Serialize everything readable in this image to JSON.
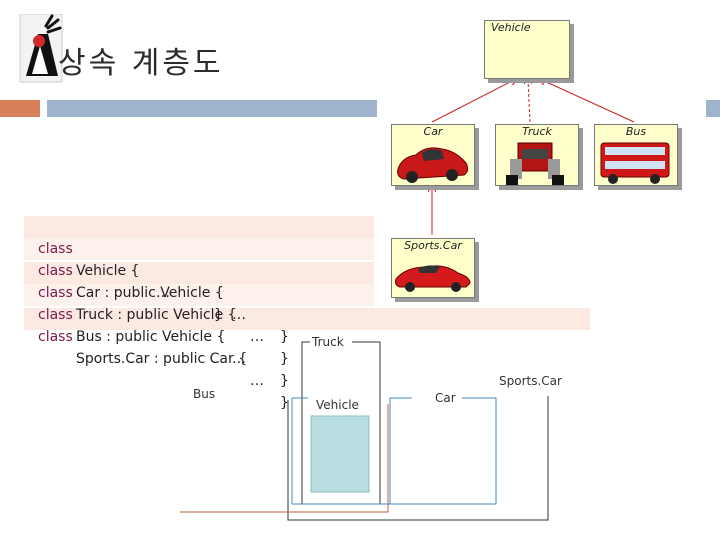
{
  "slide": {
    "title": "상속 계층도"
  },
  "uml": {
    "vehicle": "Vehicle",
    "car": "Car",
    "truck": "Truck",
    "bus": "Bus",
    "sportscar": "Sports.Car"
  },
  "code": {
    "keyword": "class",
    "lines": [
      {
        "decl": "Vehicle {",
        "body": "…",
        "close": "}"
      },
      {
        "decl": "Car : public Vehicle {",
        "body": "…",
        "close": "}"
      },
      {
        "decl": "Truck : public Vehicle {",
        "body": "…",
        "close": "}"
      },
      {
        "decl": "Bus : public Vehicle {",
        "body": "…",
        "close": "}"
      },
      {
        "decl": "Sports.Car : public Car {",
        "body": "…",
        "close": "}"
      }
    ]
  },
  "memory": {
    "truck": "Truck",
    "bus": "Bus",
    "vehicle": "Vehicle",
    "car": "Car",
    "sportscar": "Sports.Car"
  },
  "colors": {
    "accent_orange": "#d9805b",
    "accent_blue": "#9db4cc",
    "uml_fill": "#ffffcc",
    "code_highlight": "#fce9e2",
    "vehicle_fill": "#b7dde0",
    "arrow_red": "#cc2222"
  }
}
